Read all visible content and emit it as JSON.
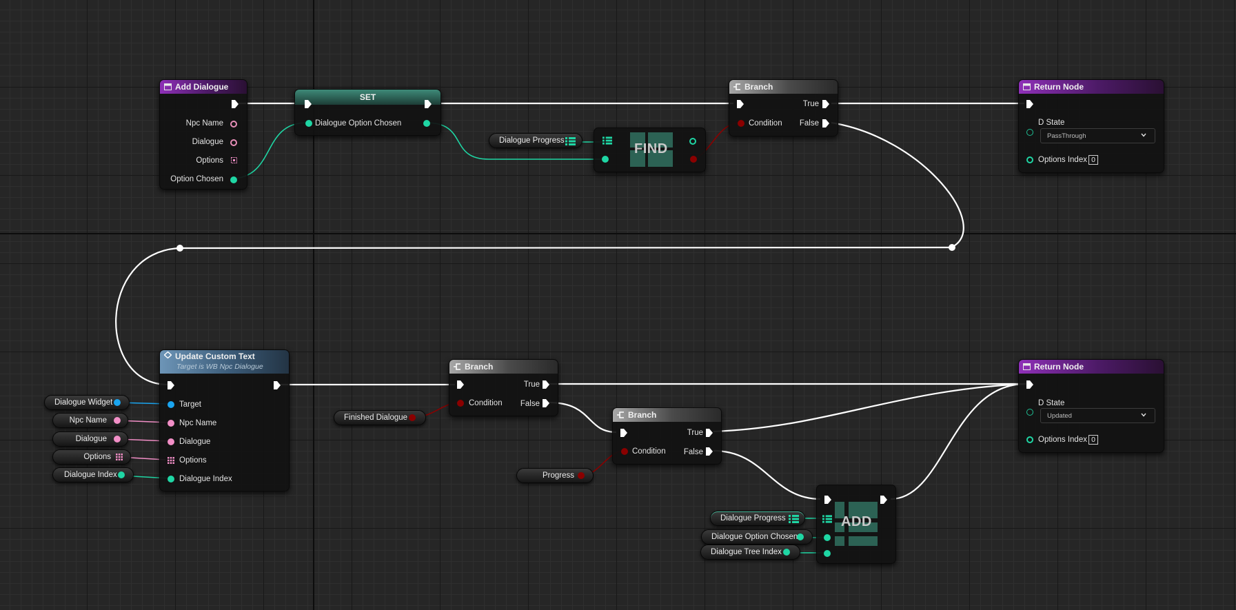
{
  "nodes": {
    "add_dialogue": {
      "title": "Add Dialogue",
      "pins": [
        "Npc Name",
        "Dialogue",
        "Options",
        "Option Chosen"
      ]
    },
    "set": {
      "title": "SET",
      "pin": "Dialogue Option Chosen"
    },
    "find": {
      "op": "FIND",
      "input_var": "Dialogue Progress"
    },
    "branch_top": {
      "title": "Branch",
      "condition": "Condition",
      "true_label": "True",
      "false_label": "False"
    },
    "return_top": {
      "title": "Return Node",
      "dstate_label": "D State",
      "dstate_value": "PassThrough",
      "options_index_label": "Options Index",
      "options_index_value": "0"
    },
    "update_custom_text": {
      "title": "Update Custom Text",
      "subtitle": "Target is WB Npc Dialogue",
      "pins": [
        "Target",
        "Npc Name",
        "Dialogue",
        "Options",
        "Dialogue Index"
      ]
    },
    "vars_left": [
      "Dialogue Widget",
      "Npc Name",
      "Dialogue",
      "Options",
      "Dialogue Index"
    ],
    "branch_mid": {
      "title": "Branch",
      "condition": "Condition",
      "true_label": "True",
      "false_label": "False",
      "input_var": "Finished Dialogue"
    },
    "branch_low": {
      "title": "Branch",
      "condition": "Condition",
      "true_label": "True",
      "false_label": "False",
      "input_var": "Progress"
    },
    "return_bottom": {
      "title": "Return Node",
      "dstate_label": "D State",
      "dstate_value": "Updated",
      "options_index_label": "Options Index",
      "options_index_value": "0"
    },
    "add": {
      "op": "ADD",
      "input_vars": [
        "Dialogue Progress",
        "Dialogue Option Chosen",
        "Dialogue Tree Index"
      ]
    }
  },
  "colors": {
    "exec": "#ffffff",
    "int_pin": "#1fd6a4",
    "bool_pin": "#8a0000",
    "object_pin": "#1aa5f0",
    "text_pin": "#f28fc7",
    "function_header": "#8f30b8"
  }
}
